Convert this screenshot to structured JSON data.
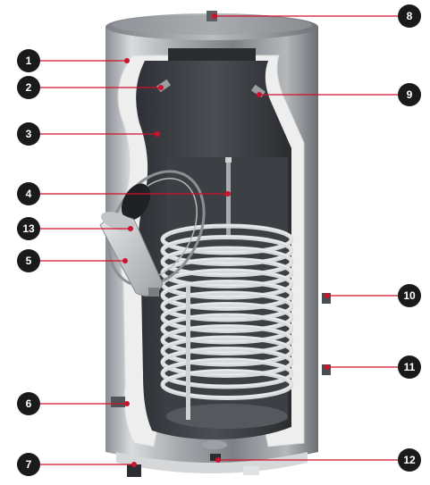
{
  "diagram": {
    "subject": "Cutaway of a stainless hot water storage cylinder with internal coil heat exchanger",
    "callouts": [
      {
        "number": "1",
        "part": "outer-jacket"
      },
      {
        "number": "2",
        "part": "upper-side-connection"
      },
      {
        "number": "3",
        "part": "tank-interior"
      },
      {
        "number": "4",
        "part": "sensor-pocket"
      },
      {
        "number": "5",
        "part": "inspection-flange-cover"
      },
      {
        "number": "6",
        "part": "lower-side-connection"
      },
      {
        "number": "7",
        "part": "foot"
      },
      {
        "number": "8",
        "part": "top-connection"
      },
      {
        "number": "9",
        "part": "upper-right-connection"
      },
      {
        "number": "10",
        "part": "coil-flow-connection"
      },
      {
        "number": "11",
        "part": "coil-return-connection"
      },
      {
        "number": "12",
        "part": "bottom-drain"
      },
      {
        "number": "13",
        "part": "flange-opening"
      }
    ],
    "colors": {
      "marker": "#1a1a1a",
      "leader_line": "#d0112b",
      "leader_dot": "#d0112b",
      "steel_light": "#c9cccf",
      "steel_dark": "#3b3e42",
      "insulation": "#f2f2f2",
      "coil": "#d8dadc"
    }
  }
}
